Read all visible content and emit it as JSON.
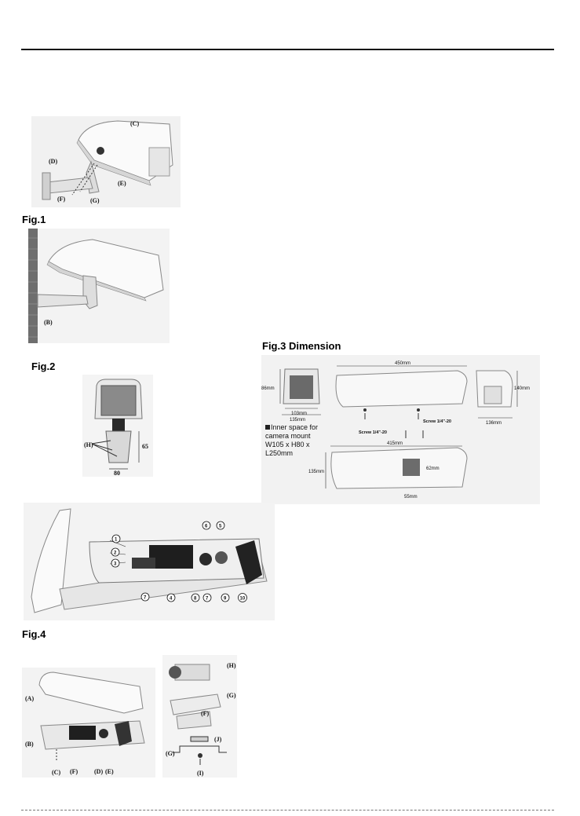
{
  "fig1": {
    "caption": "Fig.1",
    "labels": {
      "c": "(C)",
      "d": "(D)",
      "e": "(E)",
      "f": "(F)",
      "g": "(G)",
      "b": "(B)"
    }
  },
  "fig2": {
    "caption": "Fig.2",
    "labels": {
      "h": "(H)",
      "height": "65",
      "width": "80"
    }
  },
  "fig3": {
    "caption": "Fig.3 Dimension",
    "dims": {
      "front_height": "86mm",
      "front_width_inner": "103mm",
      "front_width_outer": "135mm",
      "length": "450mm",
      "rear_height": "140mm",
      "rear_width": "136mm",
      "screw_side": "Screw 1/4\"-20",
      "screw_bottom": "Screw 1/4\"-20",
      "bottom_length": "415mm",
      "bottom_width": "135mm",
      "hole_height": "62mm",
      "hole_width": "55mm"
    },
    "note": [
      "Inner space for",
      "camera mount",
      "W105 x H80 x",
      "L250mm"
    ]
  },
  "fig4": {
    "caption": "Fig.4",
    "numbers": [
      "1",
      "2",
      "3",
      "4",
      "5",
      "6",
      "7",
      "8",
      "9",
      "10"
    ]
  },
  "fig5": {
    "labels": {
      "a": "(A)",
      "b": "(B)",
      "c": "(C)",
      "f": "(F)",
      "d": "(D)",
      "e": "(E)",
      "h": "(H)",
      "g": "(G)",
      "f2": "(F)",
      "j": "(J)",
      "g2": "(G)",
      "i": "(I)"
    }
  }
}
